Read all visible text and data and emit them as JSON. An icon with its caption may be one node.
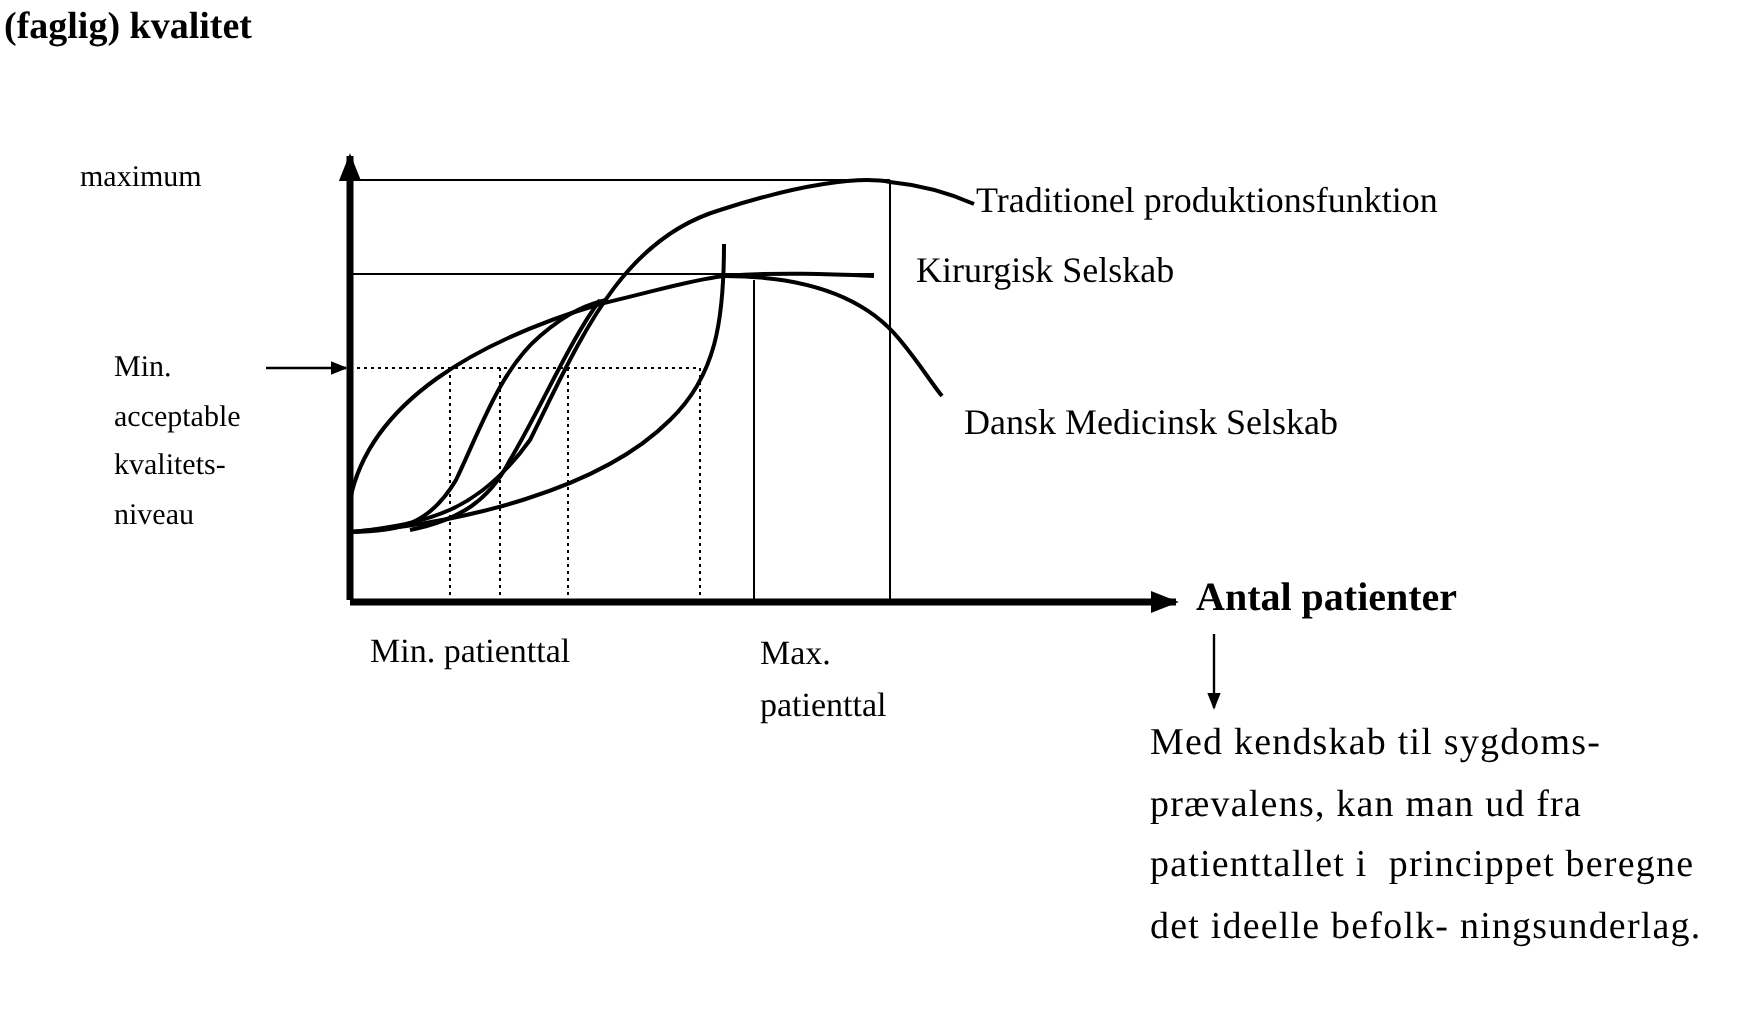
{
  "diagram": {
    "nodes": [
      {
        "text": [
          "Min. acceptable kvalitets- niveau"
        ]
      },
      {
        "text": [
          "Antal patienter"
        ]
      },
      {
        "text": [
          "Med kendskab til sygdoms- prævalens, kan man ud fra patienttallet i  princippet beregne det ideelle befolk- ningsunderlag."
        ]
      }
    ],
    "edges": [
      {
        "from": 0,
        "to": null,
        "arrow": "to"
      },
      {
        "from": 1,
        "to": 2,
        "arrow": "to"
      }
    ],
    "labels": [
      "(faglig) kvalitet",
      "maximum",
      "Traditionel produktionsfunktion",
      "Kirurgisk Selskab",
      "Dansk Medicinsk Selskab",
      "Min. patienttal",
      "Max. patienttal"
    ]
  }
}
